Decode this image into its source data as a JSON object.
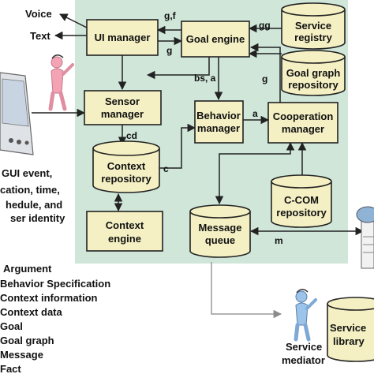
{
  "colors": {
    "panel": "#cfe6d9",
    "component_fill": "#f4f0c4",
    "stroke": "#222222",
    "person_pink": "#f4a3b4",
    "person_blue": "#9cc4ea"
  },
  "components": {
    "ui_manager": [
      "UI manager"
    ],
    "goal_engine": [
      "Goal engine"
    ],
    "service_registry": [
      "Service",
      "registry"
    ],
    "goal_graph_repository": [
      "Goal graph",
      "repository"
    ],
    "sensor_manager": [
      "Sensor",
      "manager"
    ],
    "behavior_manager": [
      "Behavior",
      "manager"
    ],
    "cooperation_manager": [
      "Cooperation",
      "manager"
    ],
    "context_repository": [
      "Context",
      "repository"
    ],
    "context_engine": [
      "Context",
      "engine"
    ],
    "message_queue": [
      "Message",
      "queue"
    ],
    "ccom_repository": [
      "C-COM",
      "repository"
    ],
    "service_library": [
      "Service",
      "library"
    ]
  },
  "edge_labels": {
    "gf": "g,f",
    "gg": "gg",
    "g_ui_goal": "g",
    "g_goal_coop": "g",
    "bs_a": "bs, a",
    "a": "a",
    "cd": "cd",
    "c": "c",
    "m": "m"
  },
  "outputs": {
    "voice": "Voice",
    "text": "Text"
  },
  "inputs": [
    "GUI event,",
    "cation, time,",
    "hedule, and",
    "ser identity"
  ],
  "service_mediator": [
    "Service",
    "mediator"
  ],
  "legend": [
    "Argument",
    "Behavior Specification",
    "Context information",
    "Context data",
    "Goal",
    "Goal graph",
    "Message",
    "Fact"
  ],
  "icons": [
    "pda-device-icon",
    "user-figure-icon",
    "service-mediator-figure-icon",
    "computer-icon"
  ]
}
